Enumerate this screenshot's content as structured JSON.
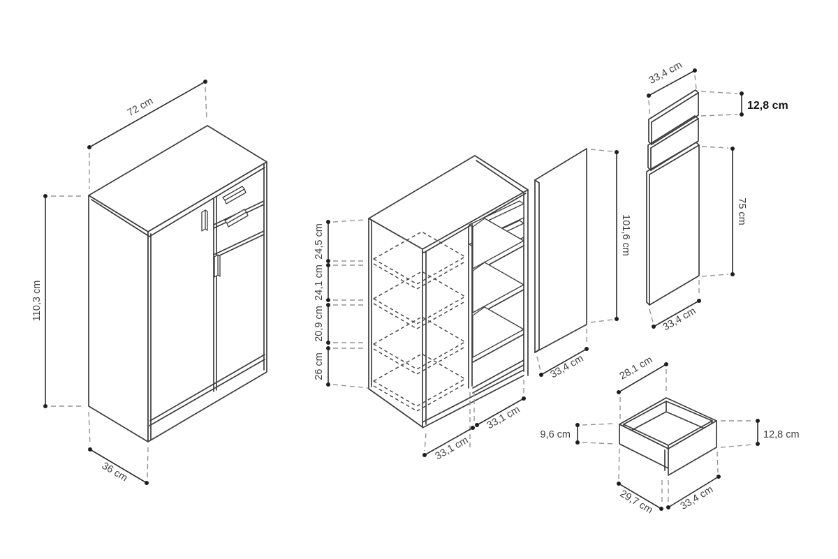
{
  "page": {
    "background": "#ffffff",
    "description": "furniture assembly dimension diagram"
  },
  "colors": {
    "line": "#3d3d3d",
    "dash_gray": "#949494",
    "dash_dark": "#4b4b4b",
    "dot": "#1e1e1e",
    "text": "#414141",
    "text_bold": "#141414"
  },
  "views": {
    "assembled": {
      "name": "assembled cabinet",
      "width": "72 cm",
      "height": "110,3 cm",
      "depth": "36 cm"
    },
    "carcass": {
      "name": "cabinet carcass with shelves",
      "gap_1": "24,5 cm",
      "gap_2": "24,1 cm",
      "gap_3": "20,9 cm",
      "gap_4": "26 cm",
      "left_compartment_width": "33,1 cm",
      "right_compartment_width": "33,1 cm"
    },
    "door_panel": {
      "name": "large door panel",
      "height": "101,6 cm",
      "width": "33,4 cm"
    },
    "side_panel": {
      "name": "panel with drawer fronts and door",
      "top_width": "33,4 cm",
      "drawer_front_height": "12,8 cm",
      "door_height": "75 cm",
      "bottom_width": "33,4 cm"
    },
    "drawer": {
      "name": "drawer box",
      "top_width": "28,1 cm",
      "side_height": "9,6 cm",
      "front_height": "12,8 cm",
      "bottom_depth": "29,7 cm",
      "bottom_width": "33,4 cm"
    }
  }
}
